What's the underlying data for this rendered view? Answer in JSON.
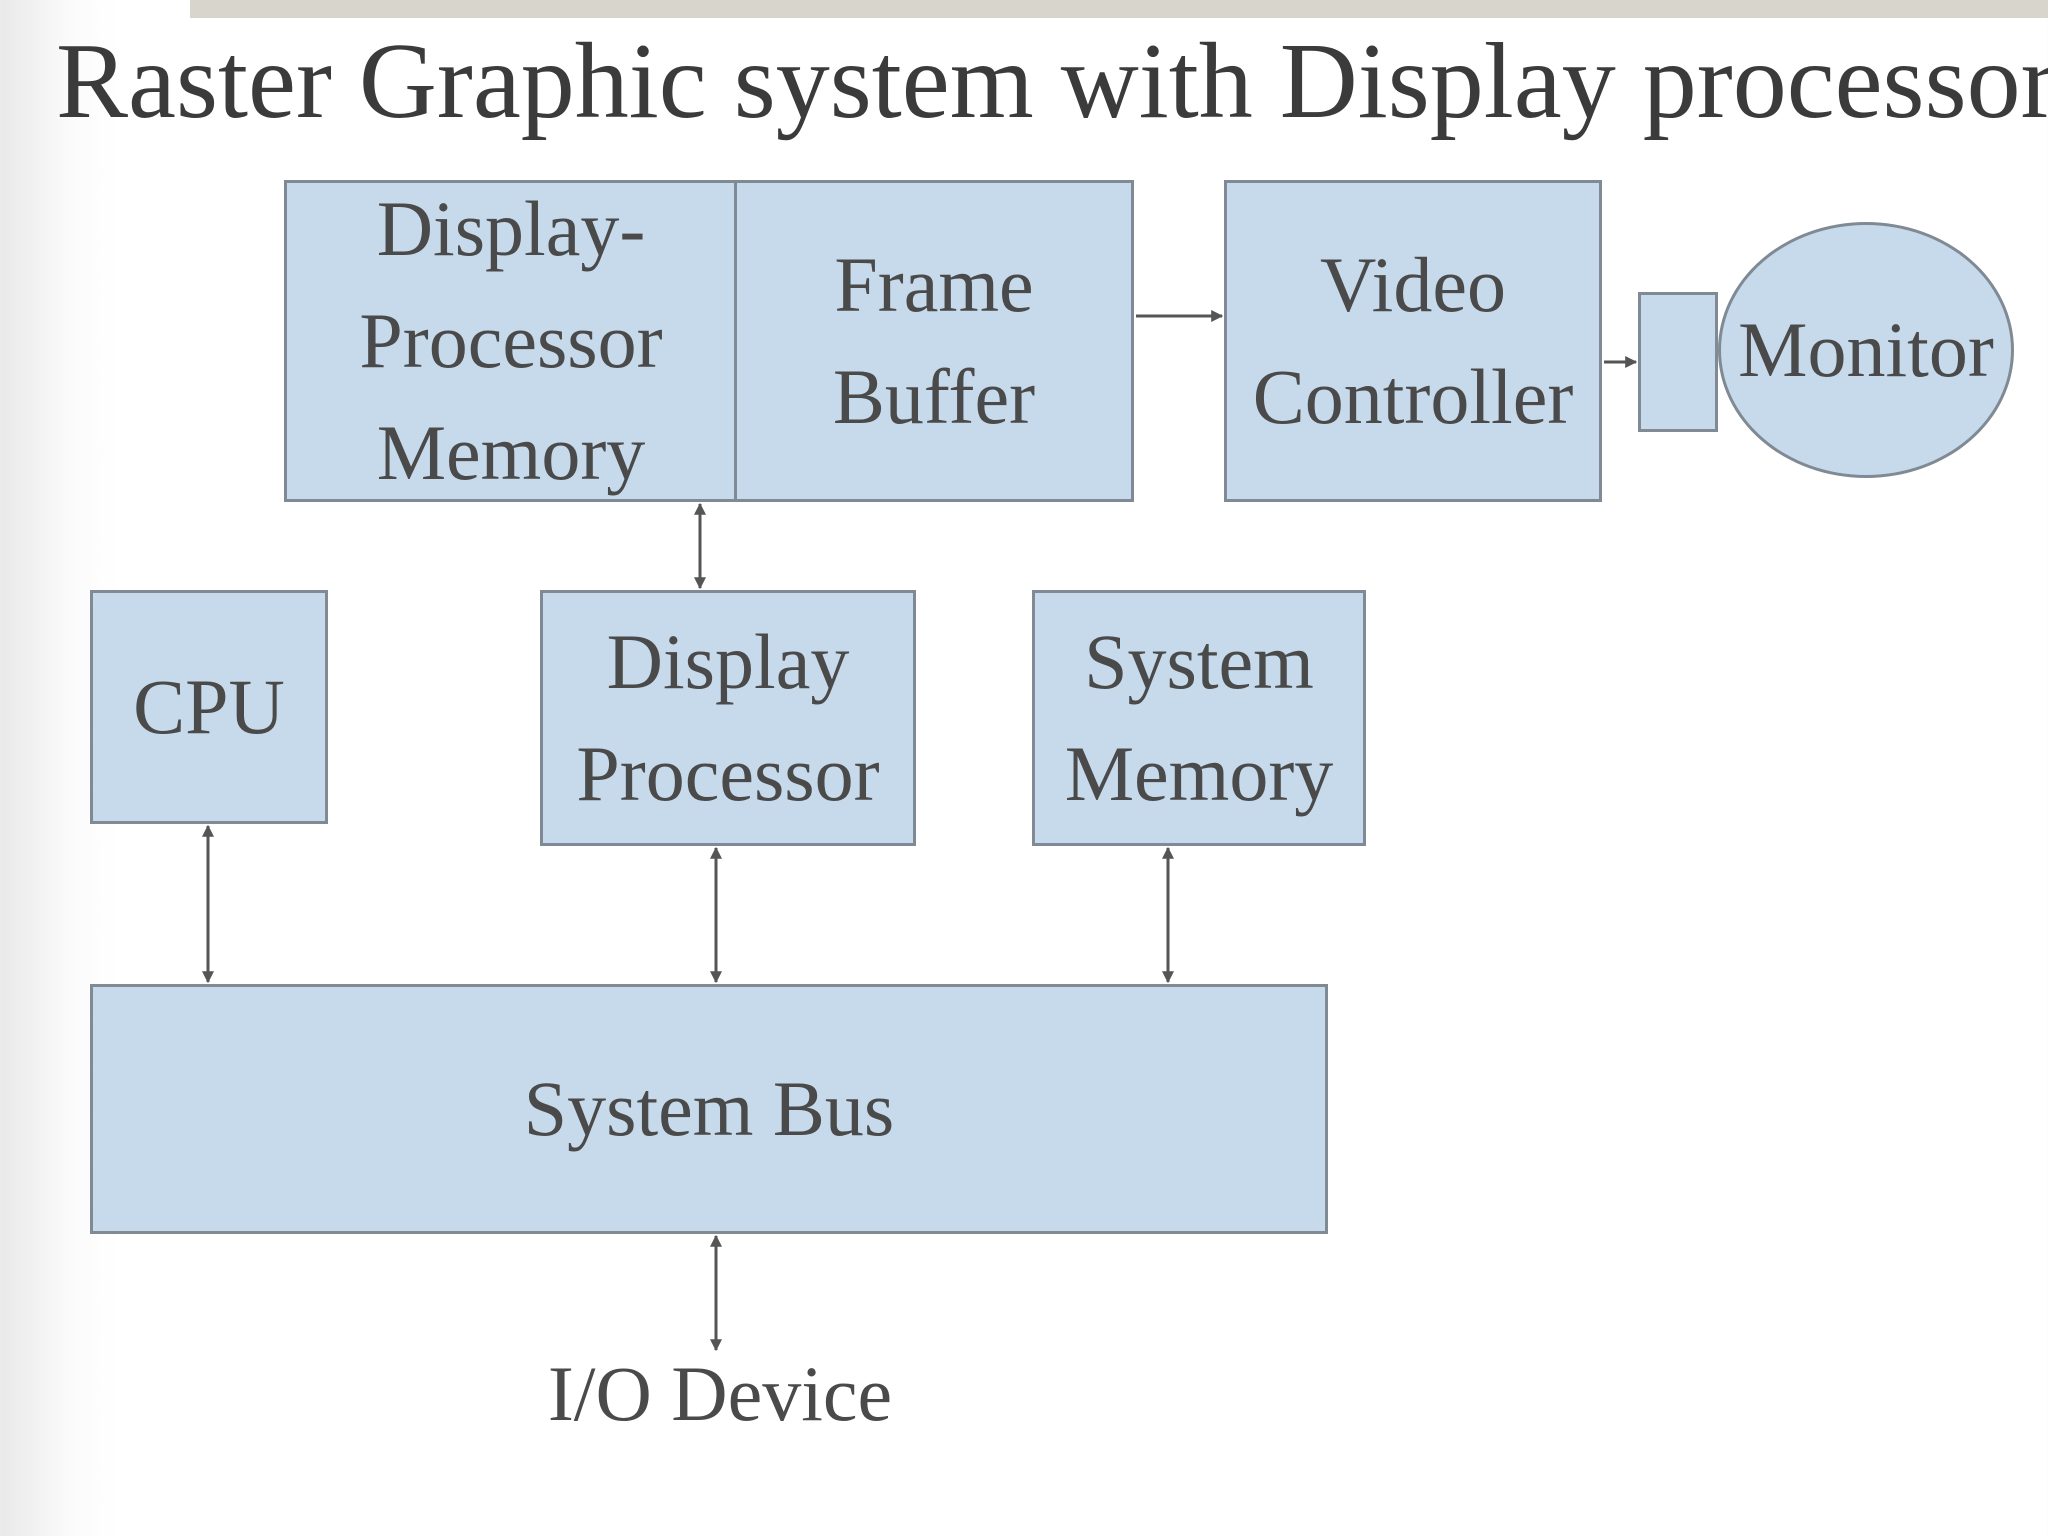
{
  "title": "Raster Graphic system with Display processor",
  "blocks": {
    "display_processor_memory": [
      "Display-",
      "Processor",
      "Memory"
    ],
    "frame_buffer": [
      "Frame",
      "Buffer"
    ],
    "video_controller": [
      "Video",
      "Controller"
    ],
    "monitor": "Monitor",
    "cpu": "CPU",
    "display_processor": [
      "Display",
      "Processor"
    ],
    "system_memory": [
      "System",
      "Memory"
    ],
    "system_bus": "System Bus",
    "io_device": "I/O Device"
  },
  "colors": {
    "block_fill": "#c6daeb",
    "block_border": "#7f8a94",
    "text": "#4a4a4a",
    "title": "#3b3b3b"
  }
}
